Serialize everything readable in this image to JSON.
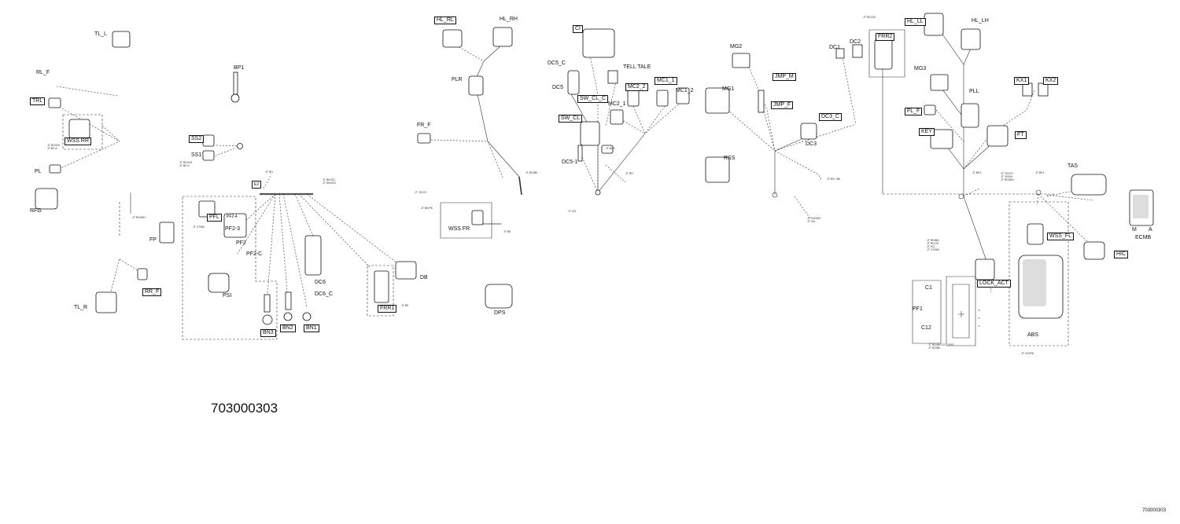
{
  "diagram_number": "703000303",
  "footer_number": "703000303",
  "labels": {
    "TL_L": "TL_L",
    "RL_F": "RL_F",
    "TRL": "TRL",
    "WSS_RR": "WSS RR",
    "PL": "PL",
    "RFG": "RFG",
    "FP": "FP",
    "RR_F": "RR_F",
    "TL_R": "TL_R",
    "BP1": "BP1",
    "SS2": "SS2",
    "SS1": "SS1",
    "PFL": "PFL",
    "PSI": "PSI",
    "BN3": "BN3",
    "BN2": "BN2",
    "BN1": "BN1",
    "DC6": "DC6",
    "DC6_C": "DC6_C",
    "FRR1": "FRR1",
    "DB": "DB",
    "HL_RL": "HL_RL",
    "HL_RH": "HL_RH",
    "PLR": "PLR",
    "FR_F": "FR_F",
    "WSS_FR": "WSS FR",
    "DPS": "DPS",
    "CI": "CI",
    "DC5_C": "DC5_C",
    "DC5": "DC5",
    "SW_CL_C": "SW_CL_C",
    "SW_CL": "SW_CL",
    "DC5_1": "DC5-1",
    "TELL_TALE": "TELL TALE",
    "MC2_2": "MC2_2",
    "MC2_1": "MC2_1",
    "MC1_1": "MC1_1",
    "MC1_2": "MC1_2",
    "MG2": "MG2",
    "MG1": "MG1",
    "RSS": "RSS",
    "JMP_M": "JMP_M",
    "JMP_F": "JMP_F",
    "DC1": "DC1",
    "DC2": "DC2",
    "DC3_C": "DC3_C",
    "DC3": "DC3",
    "FRR2": "FRR2",
    "HL_LL": "HL_LL",
    "HL_LH": "HL_LH",
    "MG3": "MG3",
    "PLL": "PLL",
    "KX1": "KX1",
    "KX2": "KX2",
    "FL_F": "FL_F",
    "KEY": "KEY",
    "FT": "FT",
    "TAS": "TAS",
    "M": "M",
    "A": "A",
    "ECMB": "ECMB",
    "HIC": "HIC",
    "WSS_FL": "WSS_FL",
    "LOCK_ACT": "LOCK_ACT",
    "C1": "C1",
    "PF1": "PF1",
    "C12": "C12",
    "ABS": "ABS",
    "PF2": "PF2",
    "PF2_C": "PF2-C",
    "PF2_3": "PF2-3",
    "PF2_4": "PF2-4",
    "E2": "E2"
  },
  "notes": {
    "n1": "JT RD/OG\nJT BK A",
    "n2": "JT RD",
    "n3": "JT BK/OG\nJT WH/OG",
    "n4": "JT VT/BK",
    "n5": "JT RD/WH",
    "n6": "JT BK/PK",
    "n7": "JT BK",
    "n8": "JT RD/BK",
    "n9": "JT BK3",
    "n10": "JT RD",
    "n11": "JT OG/WH\nJT GN",
    "n12": "JT RD / BK",
    "n13": "JT BK2",
    "n14": "JT YE/OG\nJT YE/BU\nJT RD/WH",
    "n15": "JT BK1",
    "n16": "JT RD/BU\nJT RD/YE\nJT OG\nJT VT/WH",
    "n17": "JT RD/WH 37 - 2675\nJT RD/BK",
    "n18": "JT OG",
    "n19": "JT YE/GY",
    "n20": "JT RD/OG\nJT BK A",
    "n21": "JT BK",
    "n22": "JT OG/RD",
    "n23": "JT RD/OG"
  }
}
